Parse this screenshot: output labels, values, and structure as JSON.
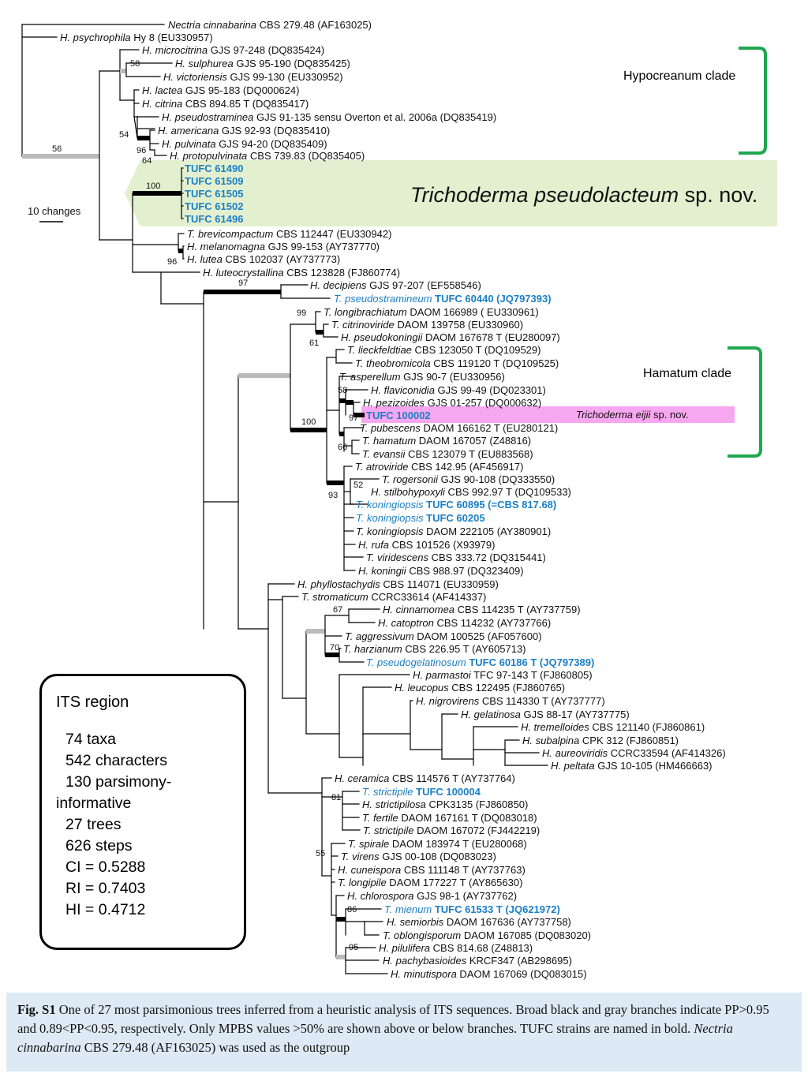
{
  "scale_label": "10 changes",
  "stats": {
    "title": "ITS region",
    "lines": [
      "74 taxa",
      "542 characters",
      "130 parsimony-",
      "informative",
      "27 trees",
      "626 steps",
      "CI = 0.5288",
      "RI = 0.7403",
      "HI = 0.4712"
    ]
  },
  "clades": {
    "hypocreanum": "Hypocreanum clade",
    "hamatum": "Hamatum clade"
  },
  "new_species": {
    "pseudolacteum": {
      "genus": "Trichoderma pseudolacteum",
      "suffix": " sp. nov."
    },
    "eijii": {
      "genus": "Trichoderma eijii",
      "suffix": " sp. nov."
    }
  },
  "caption": {
    "fig": "Fig. S1",
    "part1": " One of 27 most parsimonious trees inferred from a heuristic analysis of ITS sequences. Broad black and gray branches indicate PP>0.95 and 0.89<PP<0.95, respectively. Only MPBS values >50% are shown above or below branches. TUFC strains are named in bold. ",
    "outgroup_species": "Nectria cinnabarina",
    "part2": " CBS 279.48 (AF163025) was used as the outgroup"
  },
  "colors": {
    "tufc": "#1b7fc4",
    "clade_bracket": "#1ea84e",
    "pseudolacteum_band": "#e3f0cf",
    "eijii_band": "#f7a6f0",
    "strong_branch": "#000000",
    "moderate_branch": "#bbbbbb"
  },
  "taxa": [
    {
      "sp": "Nectria cinnabarina",
      "rest": " CBS 279.48  (AF163025)",
      "tufc": false
    },
    {
      "sp": "H. psychrophila",
      "rest": " Hy 8  (EU330957)",
      "tufc": false
    },
    {
      "sp": "H. microcitrina",
      "rest": " GJS 97-248  (DQ835424)",
      "tufc": false
    },
    {
      "sp": "H. sulphurea",
      "rest": " GJS 95-190  (DQ835425)",
      "tufc": false
    },
    {
      "sp": "H. victoriensis",
      "rest": " GJS 99-130  (EU330952)",
      "tufc": false
    },
    {
      "sp": "H. lactea",
      "rest": " GJS 95-183  (DQ000624)",
      "tufc": false
    },
    {
      "sp": "H. citrina",
      "rest": " CBS 894.85 T  (DQ835417)",
      "tufc": false
    },
    {
      "sp": "H. pseudostraminea",
      "rest": " GJS 91-135 sensu Overton et al. 2006a (DQ835419)",
      "tufc": false
    },
    {
      "sp": "H. americana",
      "rest": " GJS 92-93  (DQ835410)",
      "tufc": false
    },
    {
      "sp": "H. pulvinata",
      "rest": " GJS 94-20  (DQ835409)",
      "tufc": false
    },
    {
      "sp": "H. protopulvinata",
      "rest": " CBS 739.83  (DQ835405)",
      "tufc": false
    },
    {
      "sp": "",
      "rest": "TUFC 61490",
      "tufc": true
    },
    {
      "sp": "",
      "rest": "TUFC 61509",
      "tufc": true
    },
    {
      "sp": "",
      "rest": "TUFC 61505",
      "tufc": true
    },
    {
      "sp": "",
      "rest": "TUFC 61502",
      "tufc": true
    },
    {
      "sp": "",
      "rest": "TUFC 61496",
      "tufc": true
    },
    {
      "sp": "T. brevicompactum",
      "rest": " CBS 112447  (EU330942)",
      "tufc": false
    },
    {
      "sp": "H. melanomagna",
      "rest": " GJS 99-153  (AY737770)",
      "tufc": false
    },
    {
      "sp": "H. lutea",
      "rest": " CBS 102037  (AY737773)",
      "tufc": false
    },
    {
      "sp": "H. luteocrystallina",
      "rest": " CBS 123828  (FJ860774)",
      "tufc": false
    },
    {
      "sp": "H. decipiens",
      "rest": " GJS 97-207  (EF558546)",
      "tufc": false
    },
    {
      "sp": "T. pseudostramineum",
      "rest": " TUFC 60440  (JQ797393)",
      "tufc": true
    },
    {
      "sp": "T. longibrachiatum",
      "rest": " DAOM 166989  ( EU330961)",
      "tufc": false
    },
    {
      "sp": "T. citrinoviride",
      "rest": " DAOM 139758  (EU330960)",
      "tufc": false
    },
    {
      "sp": "H. pseudokoningii",
      "rest": " DAOM 167678 T  (EU280097)",
      "tufc": false
    },
    {
      "sp": "T. lieckfeldtiae",
      "rest": " CBS 123050  T  (DQ109529)",
      "tufc": false
    },
    {
      "sp": "T. theobromicola",
      "rest": " CBS 119120 T  (DQ109525)",
      "tufc": false
    },
    {
      "sp": "T. asperellum",
      "rest": " GJS 90-7  (EU330956)",
      "tufc": false
    },
    {
      "sp": "H. flaviconidia",
      "rest": " GJS 99-49  (DQ023301)",
      "tufc": false
    },
    {
      "sp": "H. pezizoides",
      "rest": " GJS 01-257  (DQ000632)",
      "tufc": false
    },
    {
      "sp": "",
      "rest": "TUFC 100002",
      "tufc": true
    },
    {
      "sp": "T. pubescens",
      "rest": " DAOM 166162  T  (EU280121)",
      "tufc": false
    },
    {
      "sp": "T. hamatum",
      "rest": " DAOM 167057  (Z48816)",
      "tufc": false
    },
    {
      "sp": "T. evansii",
      "rest": " CBS 123079  T  (EU883568)",
      "tufc": false
    },
    {
      "sp": "T. atroviride",
      "rest": " CBS 142.95  (AF456917)",
      "tufc": false
    },
    {
      "sp": "T. rogersonii",
      "rest": " GJS 90-108  (DQ333550)",
      "tufc": false
    },
    {
      "sp": "H. stilbohypoxyli",
      "rest": " CBS 992.97 T  (DQ109533)",
      "tufc": false
    },
    {
      "sp": "T. koningiopsis",
      "rest": " TUFC 60895 (=CBS 817.68)",
      "tufc": true
    },
    {
      "sp": "T. koningiopsis",
      "rest": " TUFC 60205",
      "tufc": true
    },
    {
      "sp": "T. koningiopsis",
      "rest": " DAOM 222105  (AY380901)",
      "tufc": false
    },
    {
      "sp": "H. rufa",
      "rest": " CBS 101526  (X93979)",
      "tufc": false
    },
    {
      "sp": "T. viridescens",
      "rest": " CBS 333.72  (DQ315441)",
      "tufc": false
    },
    {
      "sp": "H. koningii",
      "rest": " CBS 988.97  (DQ323409)",
      "tufc": false
    },
    {
      "sp": "H. phyllostachydis",
      "rest": " CBS 114071  (EU330959)",
      "tufc": false
    },
    {
      "sp": "T. stromaticum",
      "rest": " CCRC33614  (AF414337)",
      "tufc": false
    },
    {
      "sp": "H. cinnamomea",
      "rest": " CBS 114235 T  (AY737759)",
      "tufc": false
    },
    {
      "sp": "H. catoptron",
      "rest": " CBS 114232  (AY737766)",
      "tufc": false
    },
    {
      "sp": "T. aggressivum",
      "rest": " DAOM 100525  (AF057600)",
      "tufc": false
    },
    {
      "sp": "T. harzianum",
      "rest": " CBS 226.95 T  (AY605713)",
      "tufc": false
    },
    {
      "sp": "T. pseudogelatinosum",
      "rest": " TUFC 60186  T  (JQ797389)",
      "tufc": true
    },
    {
      "sp": "H. parmastoi",
      "rest": " TFC 97-143  T  (FJ860805)",
      "tufc": false
    },
    {
      "sp": "H. leucopus",
      "rest": " CBS 122495  (FJ860765)",
      "tufc": false
    },
    {
      "sp": "H. nigrovirens",
      "rest": " CBS 114330  T  (AY737777)",
      "tufc": false
    },
    {
      "sp": "H. gelatinosa",
      "rest": " GJS 88-17  (AY737775)",
      "tufc": false
    },
    {
      "sp": "H. tremelloides",
      "rest": " CBS 121140  (FJ860861)",
      "tufc": false
    },
    {
      "sp": "H. subalpina",
      "rest": " CPK 312  (FJ860851)",
      "tufc": false
    },
    {
      "sp": "H. aureoviridis",
      "rest": " CCRC33594  (AF414326)",
      "tufc": false
    },
    {
      "sp": "H. peltata",
      "rest": " GJS 10-105  (HM466663)",
      "tufc": false
    },
    {
      "sp": "H. ceramica",
      "rest": " CBS 114576  T  (AY737764)",
      "tufc": false
    },
    {
      "sp": "T. strictipile",
      "rest": " TUFC 100004",
      "tufc": true
    },
    {
      "sp": "H. strictipilosa",
      "rest": " CPK3135  (FJ860850)",
      "tufc": false
    },
    {
      "sp": "T. fertile",
      "rest": " DAOM 167161 T  (DQ083018)",
      "tufc": false
    },
    {
      "sp": "T. strictipile",
      "rest": " DAOM 167072  (FJ442219)",
      "tufc": false
    },
    {
      "sp": "T. spirale",
      "rest": " DAOM 183974  T  (EU280068)",
      "tufc": false
    },
    {
      "sp": "T. virens",
      "rest": " GJS 00-108  (DQ083023)",
      "tufc": false
    },
    {
      "sp": "H. cuneispora",
      "rest": " CBS 111148  T  (AY737763)",
      "tufc": false
    },
    {
      "sp": "T. longipile",
      "rest": " DAOM 177227  T  (AY865630)",
      "tufc": false
    },
    {
      "sp": "H. chlorospora",
      "rest": " GJS 98-1  (AY737762)",
      "tufc": false
    },
    {
      "sp": "T. mienum",
      "rest": " TUFC 61533 T (JQ621972)",
      "tufc": true
    },
    {
      "sp": "H. semiorbis",
      "rest": " DAOM 167636  (AY737758)",
      "tufc": false
    },
    {
      "sp": "T. oblongisporum",
      "rest": " DAOM 167085  (DQ083020)",
      "tufc": false
    },
    {
      "sp": "H. pilulifera",
      "rest": " CBS 814.68  (Z48813)",
      "tufc": false
    },
    {
      "sp": "H. pachybasioides",
      "rest": " KRCF347  (AB298695)",
      "tufc": false
    },
    {
      "sp": "H. minutispora",
      "rest": " DAOM 167069  (DQ083015)",
      "tufc": false
    }
  ],
  "bootstrap": [
    "58",
    "54",
    "96",
    "64",
    "56",
    "100",
    "96",
    "97",
    "99",
    "61",
    "58",
    "97",
    "66",
    "100",
    "52",
    "93",
    "67",
    "70",
    "81",
    "55",
    "86",
    "95"
  ]
}
